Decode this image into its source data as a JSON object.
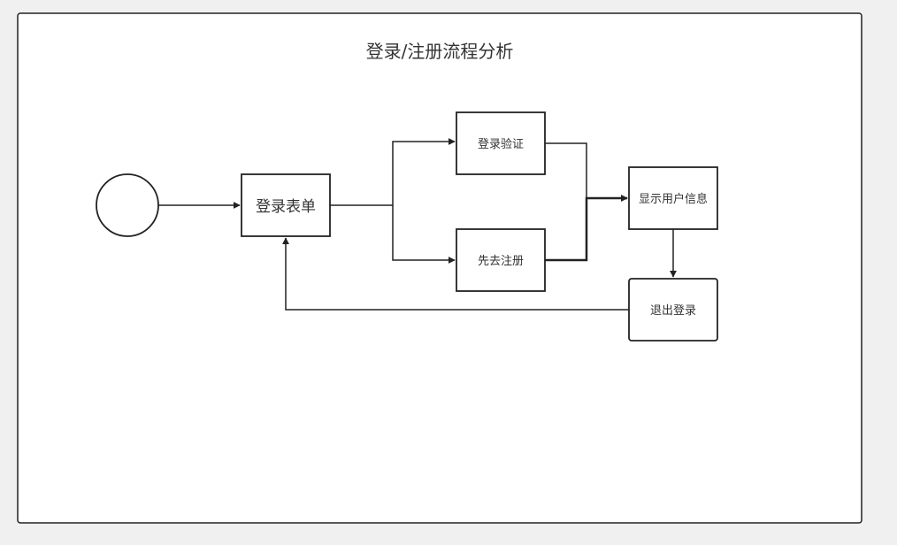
{
  "diagram": {
    "title": "登录/注册流程分析",
    "nodes": {
      "start": {
        "label": ""
      },
      "login_form": {
        "label": "登录表单"
      },
      "login_verify": {
        "label": "登录验证"
      },
      "register_first": {
        "label": "先去注册"
      },
      "show_user_info": {
        "label": "显示用户信息"
      },
      "logout": {
        "label": "退出登录"
      }
    },
    "edges": [
      {
        "from": "start",
        "to": "login_form"
      },
      {
        "from": "login_form",
        "to": "login_verify"
      },
      {
        "from": "login_form",
        "to": "register_first"
      },
      {
        "from": "login_verify",
        "to": "show_user_info"
      },
      {
        "from": "register_first",
        "to": "show_user_info"
      },
      {
        "from": "show_user_info",
        "to": "logout"
      },
      {
        "from": "logout",
        "to": "login_form"
      }
    ]
  },
  "colors": {
    "background": "#f0f0f0",
    "panel": "#ffffff",
    "stroke": "#222222",
    "text": "#333333"
  }
}
